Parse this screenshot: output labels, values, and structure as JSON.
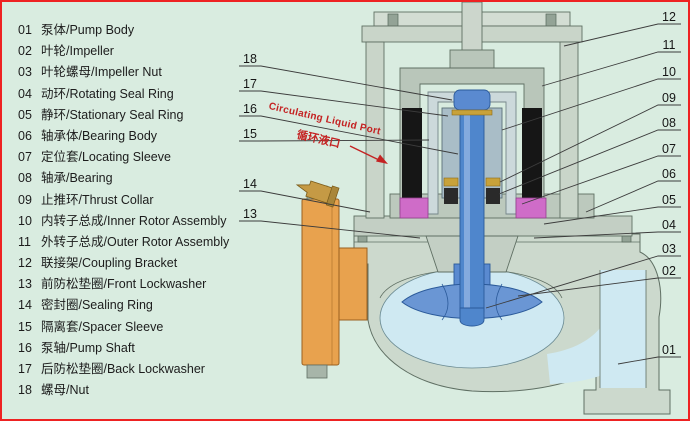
{
  "diagram": {
    "parts_list": [
      {
        "num": "01",
        "label": "泵体/Pump Body"
      },
      {
        "num": "02",
        "label": "叶轮/Impeller"
      },
      {
        "num": "03",
        "label": "叶轮螺母/Impeller Nut"
      },
      {
        "num": "04",
        "label": "动环/Rotating Seal Ring"
      },
      {
        "num": "05",
        "label": "静环/Stationary Seal Ring"
      },
      {
        "num": "06",
        "label": "轴承体/Bearing Body"
      },
      {
        "num": "07",
        "label": "定位套/Locating Sleeve"
      },
      {
        "num": "08",
        "label": "轴承/Bearing"
      },
      {
        "num": "09",
        "label": "止推环/Thrust Collar"
      },
      {
        "num": "10",
        "label": "内转子总成/Inner Rotor Assembly"
      },
      {
        "num": "11",
        "label": "外转子总成/Outer Rotor Assembly"
      },
      {
        "num": "12",
        "label": "联接架/Coupling Bracket"
      },
      {
        "num": "13",
        "label": "前防松垫圈/Front Lockwasher"
      },
      {
        "num": "14",
        "label": "密封圈/Sealing Ring"
      },
      {
        "num": "15",
        "label": "隔离套/Spacer Sleeve"
      },
      {
        "num": "16",
        "label": "泵轴/Pump Shaft"
      },
      {
        "num": "17",
        "label": "后防松垫圈/Back Lockwasher"
      },
      {
        "num": "18",
        "label": "螺母/Nut"
      }
    ],
    "callouts": [
      "18",
      "17",
      "16",
      "15",
      "14",
      "13",
      "12",
      "11",
      "10",
      "09",
      "08",
      "07",
      "06",
      "05",
      "04",
      "03",
      "02",
      "01"
    ],
    "annotation": {
      "line1": "Circulating Liquid Port",
      "line2": "循环液口"
    },
    "colors": {
      "background": "#d9ece0",
      "border": "#ee2222",
      "annotation": "#c42222",
      "casing": "#ccd9cd",
      "flange_orange": "#e8a24e",
      "shaft_blue": "#4f86cc",
      "magnet_black": "#161616",
      "seal_pink": "#cf6cc8",
      "water_blue": "#cfe9f2"
    }
  }
}
